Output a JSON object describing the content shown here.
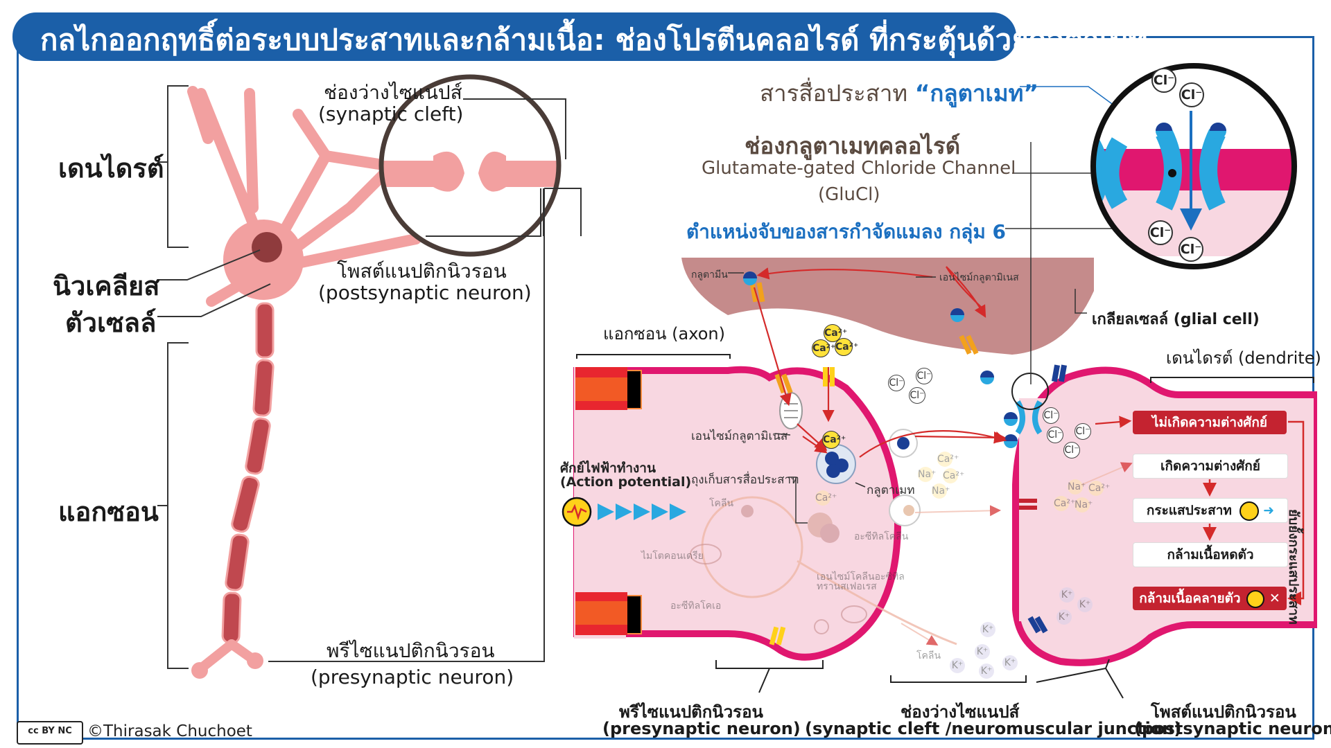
{
  "title": "กลไกออกฤทธิ์ต่อระบบประสาทและกล้ามเนื้อ: ช่องโปรตีนคลอไรด์ ที่กระตุ้นด้วยกลูตาเมท",
  "neuron": {
    "dendrite": "เดนไดรต์",
    "nucleus": "นิวเคลียส",
    "cell_body": "ตัวเซลล์",
    "axon": "แอกซอน",
    "presynaptic_th": "พรีไซแนปติกนิวรอน",
    "presynaptic_en": "(presynaptic neuron)",
    "postsynaptic_th": "โพสต์แนปติกนิวรอน",
    "postsynaptic_en": "(postsynaptic neuron)",
    "cleft_th": "ช่องว่างไซแนปส์",
    "cleft_en": "(synaptic cleft)"
  },
  "channel": {
    "neurotransmitter_prefix": "สารสื่อประสาท",
    "neurotransmitter_name": "“กลูตาเมท”",
    "channel_th": "ช่องกลูตาเมทคลอไรด์",
    "channel_en": "Glutamate-gated Chloride Channel",
    "channel_abbr": "(GluCl)",
    "binding_site": "ตำแหน่งจับของสารกำจัดแมลง กลุ่ม 6",
    "cl_ion": "Cl⁻"
  },
  "synapse": {
    "glutamine": "กลูตามีน",
    "glutaminase_top": "เอนไซม์กลูตามิเนส",
    "glial": "เกลียลเซลล์ (glial cell)",
    "axon_label": "แอกซอน (axon)",
    "dendrite_label": "เดนไดรต์ (dendrite)",
    "glutaminase_in": "เอนไซม์กลูตามิเนส",
    "vesicle": "ถุงเก็บสารสื่อประสาท",
    "glutamate": "กลูตาเมท",
    "action_potential_th": "ศักย์ไฟฟ้าทำงาน",
    "action_potential_en": "(Action potential)",
    "choline": "โคลีน",
    "choline2": "โคลีน",
    "mitochondria": "ไมโตคอนเดรีย",
    "acetylcoa": "อะซีทิลโคเอ",
    "acetylcholine": "อะซีทิลโคลีน",
    "enzyme_choline": "เอนไซม์โคลีนอะซิทิลทรานสเฟอเรส",
    "ca_ion": "Ca²⁺",
    "na_ion": "Na⁺",
    "k_ion": "K⁺"
  },
  "flow": {
    "no_potential": "ไม่เกิดความต่างศักย์",
    "potential": "เกิดความต่างศักย์",
    "current": "กระแสประสาท",
    "contract": "กล้ามเนื้อหดตัว",
    "relax": "กล้ามเนื้อคลายตัว",
    "inhibit": "ยับยั้งกระแสประสาท"
  },
  "bottom": {
    "pre_th": "พรีไซแนปติกนิวรอน",
    "pre_en": "(presynaptic neuron)",
    "cleft_th": "ช่องว่างไซแนปส์",
    "cleft_en": "(synaptic cleft /neuromuscular junction)",
    "post_th": "โพสต์แนปติกนิวรอน",
    "post_en": "(postsynaptic neuron)"
  },
  "license": "cc BY NC",
  "credit": "©Thirasak Chuchoet",
  "colors": {
    "brand_blue": "#1b5fa8",
    "membrane": "#e0176f",
    "neuron_pink": "#f2a0a0",
    "axon_red": "#c0484f",
    "glial": "#c58b8b",
    "flow_red": "#c42330"
  }
}
